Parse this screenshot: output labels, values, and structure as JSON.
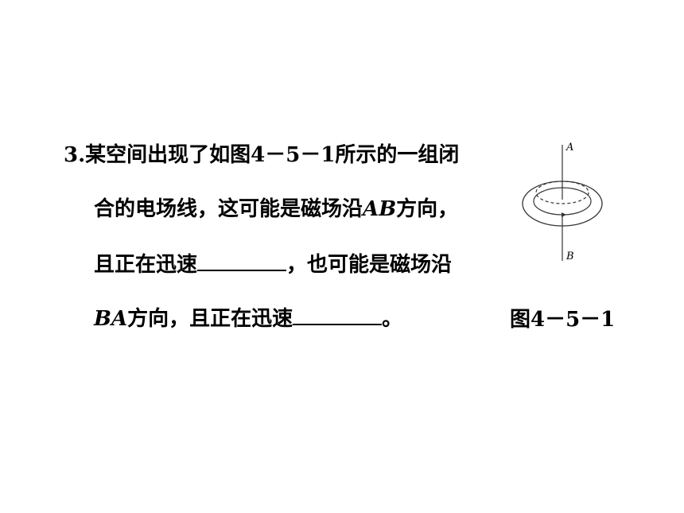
{
  "question": {
    "number": "3.",
    "line1": "某空间出现了如图4－5－1所示的一组闭",
    "line2_a": "合的电场线，这可能是磁场沿",
    "line2_ab": "AB",
    "line2_b": "方向，",
    "line3_a": "且正在迅速",
    "line3_b": "，也可能是磁场沿",
    "line4_ba": "BA",
    "line4_a": "方向，且正在迅速",
    "line4_b": "。"
  },
  "figure": {
    "label_top": "A",
    "label_bottom": "B",
    "caption": "图4－5－1"
  }
}
